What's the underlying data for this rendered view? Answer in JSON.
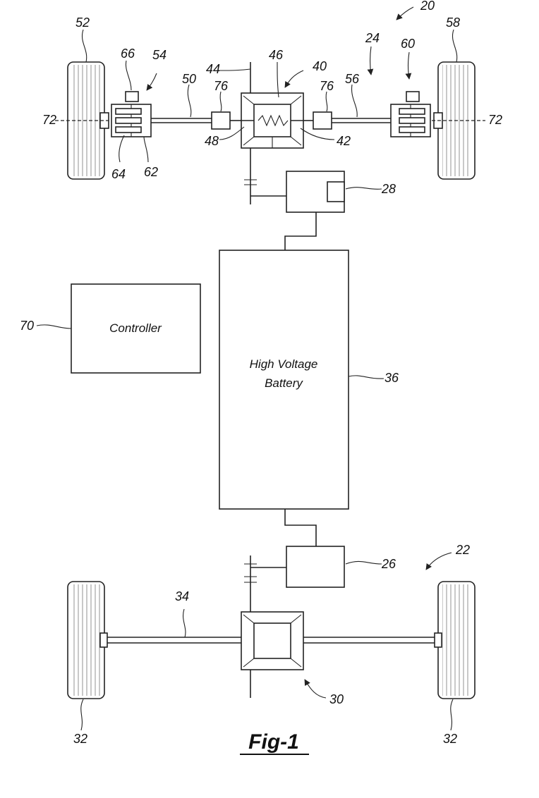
{
  "figure": {
    "caption": "Fig-1",
    "blocks": {
      "controller": "Controller",
      "battery_line1": "High Voltage",
      "battery_line2": "Battery"
    },
    "refs": {
      "r20": "20",
      "r22": "22",
      "r24": "24",
      "r26": "26",
      "r28": "28",
      "r30": "30",
      "r32a": "32",
      "r32b": "32",
      "r34": "34",
      "r36": "36",
      "r40": "40",
      "r42": "42",
      "r44": "44",
      "r46": "46",
      "r48": "48",
      "r50": "50",
      "r52": "52",
      "r54": "54",
      "r56": "56",
      "r58": "58",
      "r60": "60",
      "r62": "62",
      "r64": "64",
      "r66": "66",
      "r70": "70",
      "r72a": "72",
      "r72b": "72",
      "r76a": "76",
      "r76b": "76"
    }
  }
}
